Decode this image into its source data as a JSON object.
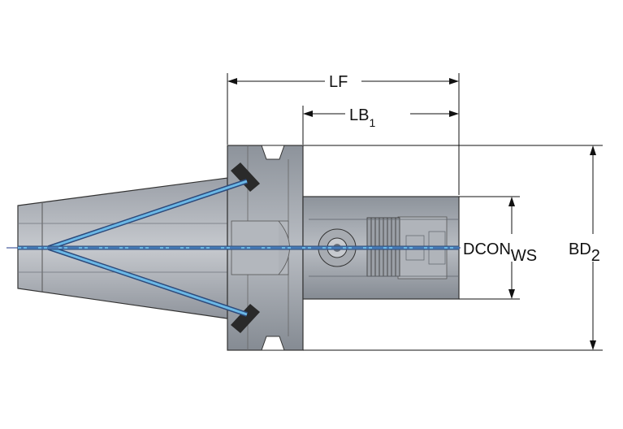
{
  "diagram": {
    "labels": {
      "lf": "LF",
      "lb_main": "LB",
      "lb_sub": "1",
      "dcon_main": "DCON",
      "dcon_sub": "WS",
      "bd_main": "BD",
      "bd_sub": "2"
    },
    "colors": {
      "body": "#9ea3ab",
      "body_dark": "#7c828b",
      "body_light": "#c3c7cd",
      "coolant": "#6bb8e6",
      "centerline": "#1f3a8a",
      "dimension": "#111111"
    }
  }
}
